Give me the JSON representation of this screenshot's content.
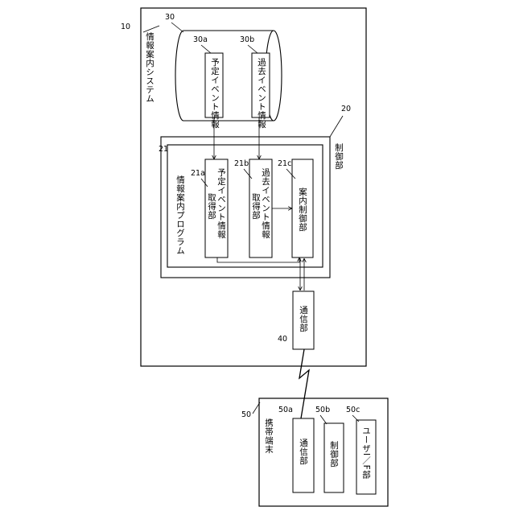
{
  "system": {
    "label": "情報案内システム",
    "ref": "10"
  },
  "database": {
    "ref": "30",
    "planned_info": {
      "label": "予定イベント情報",
      "ref": "30a"
    },
    "past_info": {
      "label": "過去イベント情報",
      "ref": "30b"
    }
  },
  "control_unit": {
    "label": "制御部",
    "ref": "20"
  },
  "program": {
    "label": "情報案内プログラム",
    "ref": "21",
    "planned_acq": {
      "line1": "予定イベント情報",
      "line2": "取得部",
      "ref": "21a"
    },
    "past_acq": {
      "line1": "過去イベント情報",
      "line2": "取得部",
      "ref": "21b"
    },
    "guide_ctrl": {
      "label": "案内制御部",
      "ref": "21c"
    }
  },
  "comm_unit": {
    "label": "通信部",
    "ref": "40"
  },
  "terminal": {
    "label": "携帯端末",
    "ref": "50",
    "comm": {
      "label": "通信部",
      "ref": "50a"
    },
    "ctrl": {
      "label": "制御部",
      "ref": "50b"
    },
    "ui": {
      "label": "ユーザI／F部",
      "ref": "50c"
    }
  }
}
